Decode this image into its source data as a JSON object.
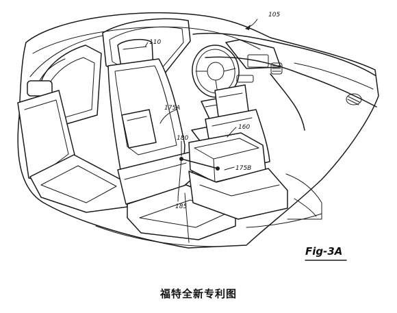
{
  "labels": {
    "ref_105": "105",
    "ref_110": "110",
    "ref_175a": "175A",
    "ref_180": "180",
    "ref_160": "160",
    "ref_175b": "175B",
    "ref_185": "185"
  },
  "figure_label": "Fig-3A",
  "caption": "福特全新专利图"
}
